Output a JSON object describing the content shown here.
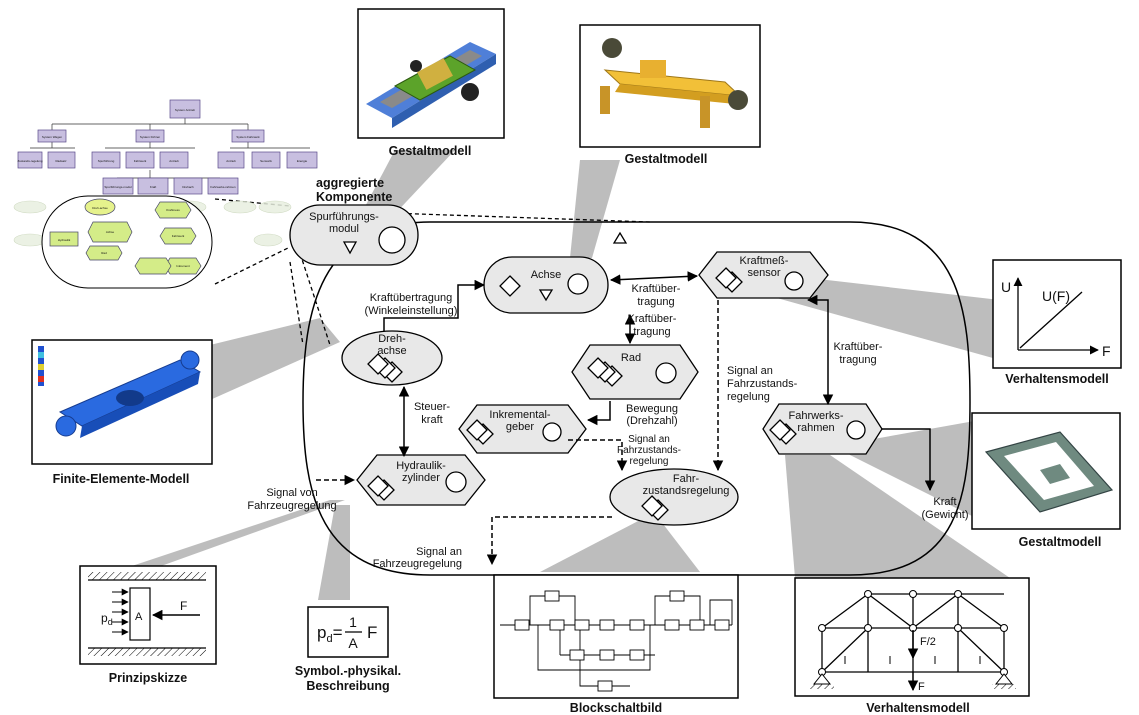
{
  "captions": {
    "gestaltmodell_top_left": "Gestaltmodell",
    "gestaltmodell_top_right": "Gestaltmodell",
    "gestaltmodell_right": "Gestaltmodell",
    "verhaltensmodell_top": "Verhaltensmodell",
    "verhaltensmodell_bottom": "Verhaltensmodell",
    "fem": "Finite-Elemente-Modell",
    "prinzipskizze": "Prinzipskizze",
    "symbol_line1": "Symbol.-physikal.",
    "symbol_line2": "Beschreibung",
    "blockschaltbild": "Blockschaltbild",
    "aggregierte_line1": "aggregierte",
    "aggregierte_line2": "Komponente"
  },
  "components": {
    "spurfuehrung": [
      "Spurführungs-",
      "modul"
    ],
    "achse": [
      "Achse"
    ],
    "kraftmess": [
      "Kraftmeß-",
      "sensor"
    ],
    "drehachse": [
      "Dreh-",
      "achse"
    ],
    "rad": [
      "Rad"
    ],
    "inkremental": [
      "Inkremental-",
      "geber"
    ],
    "fahrwerksrahmen": [
      "Fahrwerks-",
      "rahmen"
    ],
    "hydraulik": [
      "Hydraulik-",
      "zylinder"
    ],
    "fahrzustand": [
      "Fahr-",
      "zustandsregelung"
    ]
  },
  "flows": {
    "kraft_winkel": [
      "Kraftübertragung",
      "(Winkeleinstellung)"
    ],
    "kraft_achse_sensor": [
      "Kraftüber-",
      "tragung"
    ],
    "kraft_achse_rad": [
      "Kraftüber-",
      "tragung"
    ],
    "kraft_sensor_rahmen": [
      "Kraftüber-",
      "tragung"
    ],
    "signal_sensor": [
      "Signal an",
      "Fahrzustands-",
      "regelung"
    ],
    "steuerkraft": [
      "Steuer-",
      "kraft"
    ],
    "bewegung": [
      "Bewegung",
      "(Drehzahl)"
    ],
    "signal_inkr": [
      "Signal an",
      "Fahrzustands-",
      "regelung"
    ],
    "signal_von": [
      "Signal von",
      "Fahrzeugregelung"
    ],
    "signal_an_fzr": [
      "Signal an",
      "Fahrzeugregelung"
    ],
    "kraft_gewicht": [
      "Kraft",
      "(Gewicht)"
    ]
  },
  "graph": {
    "U": "U",
    "F": "F",
    "curve": "U(F)"
  },
  "sketch": {
    "pd": "p",
    "pd_sub": "d",
    "A": "A",
    "F": "F"
  },
  "formula": {
    "p": "p",
    "sub": "d",
    "eq": "=",
    "num": "1",
    "den": "A",
    "F": "F"
  },
  "truss": {
    "f2": "F/2",
    "f": "F"
  },
  "tree_nodes": [
    "System Antrieb",
    "System Wagen",
    "System Führen",
    "System Fahrwerk",
    "Zustands-regelung",
    "Radsatz",
    "Spurführung",
    "Fahrwerk",
    "Antrieb",
    "Antrieb",
    "Sensorik",
    "Energie",
    "Spurführungs-modul",
    "Kraft",
    "Drehach",
    "Fahrwerks-rahmen",
    "Dreh-achse",
    "Hydraulik",
    "Achse",
    "Rad",
    "Kraftmess",
    "Fahrwerk",
    "Inkrement"
  ]
}
